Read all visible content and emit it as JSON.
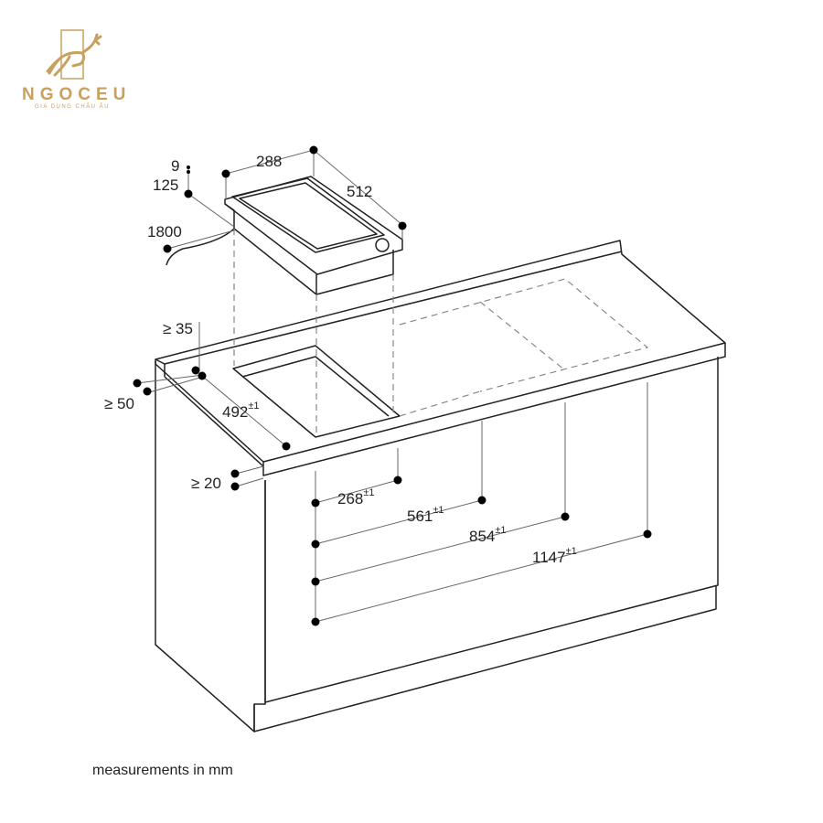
{
  "logo": {
    "brand": "NGOCEU",
    "tagline": "GIA DỤNG CHÂU ÂU",
    "color": "#c8a060"
  },
  "appliance": {
    "dimensions": {
      "width": "288",
      "depth": "512",
      "height": "125",
      "rim": "9",
      "cable_length": "1800"
    }
  },
  "countertop": {
    "clearances": {
      "back_min": "≥ 35",
      "side_min": "≥ 50",
      "front_min": "≥ 20"
    },
    "cutout_depth": {
      "value": "492",
      "tolerance": "±1"
    },
    "cutout_widths": [
      {
        "value": "268",
        "tolerance": "±1"
      },
      {
        "value": "561",
        "tolerance": "±1"
      },
      {
        "value": "854",
        "tolerance": "±1"
      },
      {
        "value": "1147",
        "tolerance": "±1"
      }
    ]
  },
  "caption": "measurements in mm",
  "colors": {
    "line": "#222222",
    "dashed": "#888888",
    "dot": "#000000"
  }
}
